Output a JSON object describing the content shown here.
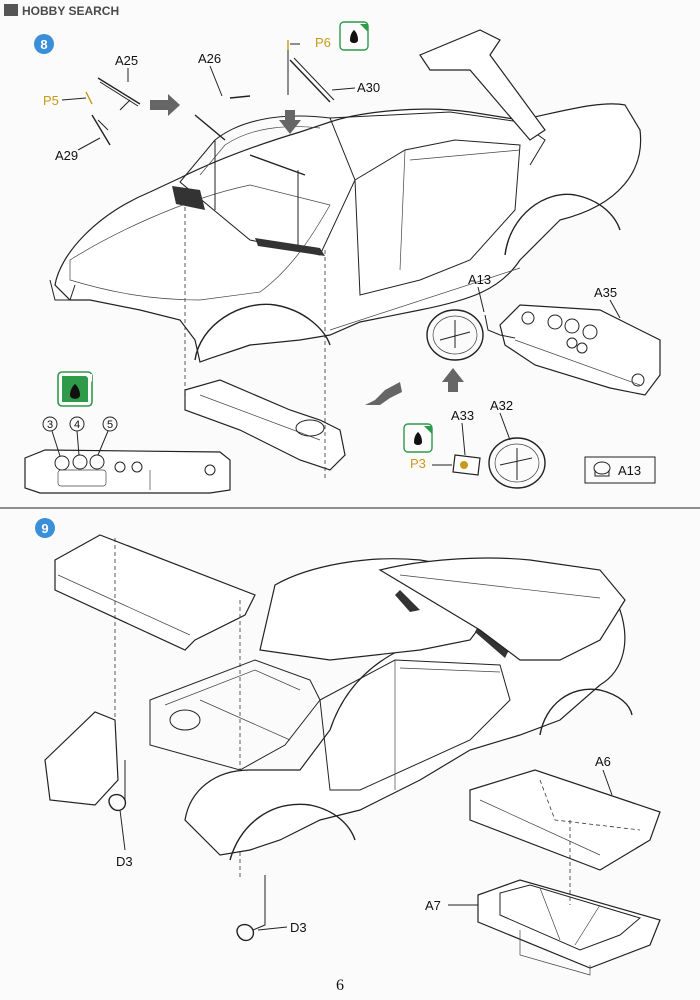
{
  "watermark": {
    "brand": "HOBBY SEARCH"
  },
  "steps": [
    {
      "number": "8"
    },
    {
      "number": "9"
    }
  ],
  "step8": {
    "labels": {
      "a25": "A25",
      "a26": "A26",
      "p6": "P6",
      "a30": "A30",
      "p5": "P5",
      "a29": "A29",
      "a13": "A13",
      "a35": "A35",
      "a33": "A33",
      "a32": "A32",
      "p3": "P3",
      "legend_a13": "A13"
    },
    "gauge_numbers": [
      "3",
      "4",
      "5"
    ]
  },
  "step9": {
    "labels": {
      "a6": "A6",
      "a7": "A7",
      "d3_left": "D3",
      "d3_bottom": "D3"
    }
  },
  "page_number": "6",
  "colors": {
    "step_badge": "#3b8fd8",
    "paint_icon_green": "#2e9a4a",
    "part_highlight": "#c99a1a"
  },
  "icons": [
    "paint-drop-icon",
    "glue-icon",
    "arrow-right-icon",
    "arrow-down-icon",
    "arrow-up-icon",
    "arrow-left-icon"
  ]
}
